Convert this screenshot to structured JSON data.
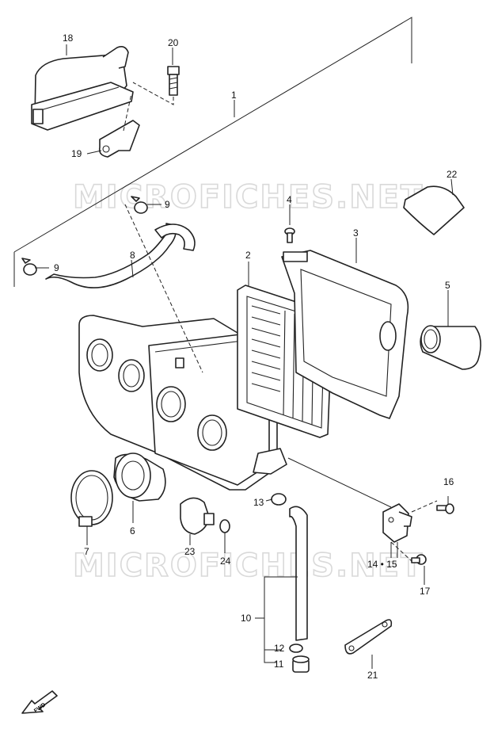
{
  "watermark": "MICROFICHES.NET",
  "fwd_label": "FWD",
  "callouts": {
    "p1": "1",
    "p2": "2",
    "p3": "3",
    "p4": "4",
    "p5": "5",
    "p6": "6",
    "p7": "7",
    "p8": "8",
    "p9a": "9",
    "p9b": "9",
    "p10": "10",
    "p11": "11",
    "p12": "12",
    "p13": "13",
    "p14_15": "14 • 15",
    "p16": "16",
    "p17": "17",
    "p18": "18",
    "p19": "19",
    "p20": "20",
    "p21": "21",
    "p22": "22",
    "p23": "23",
    "p24": "24"
  }
}
